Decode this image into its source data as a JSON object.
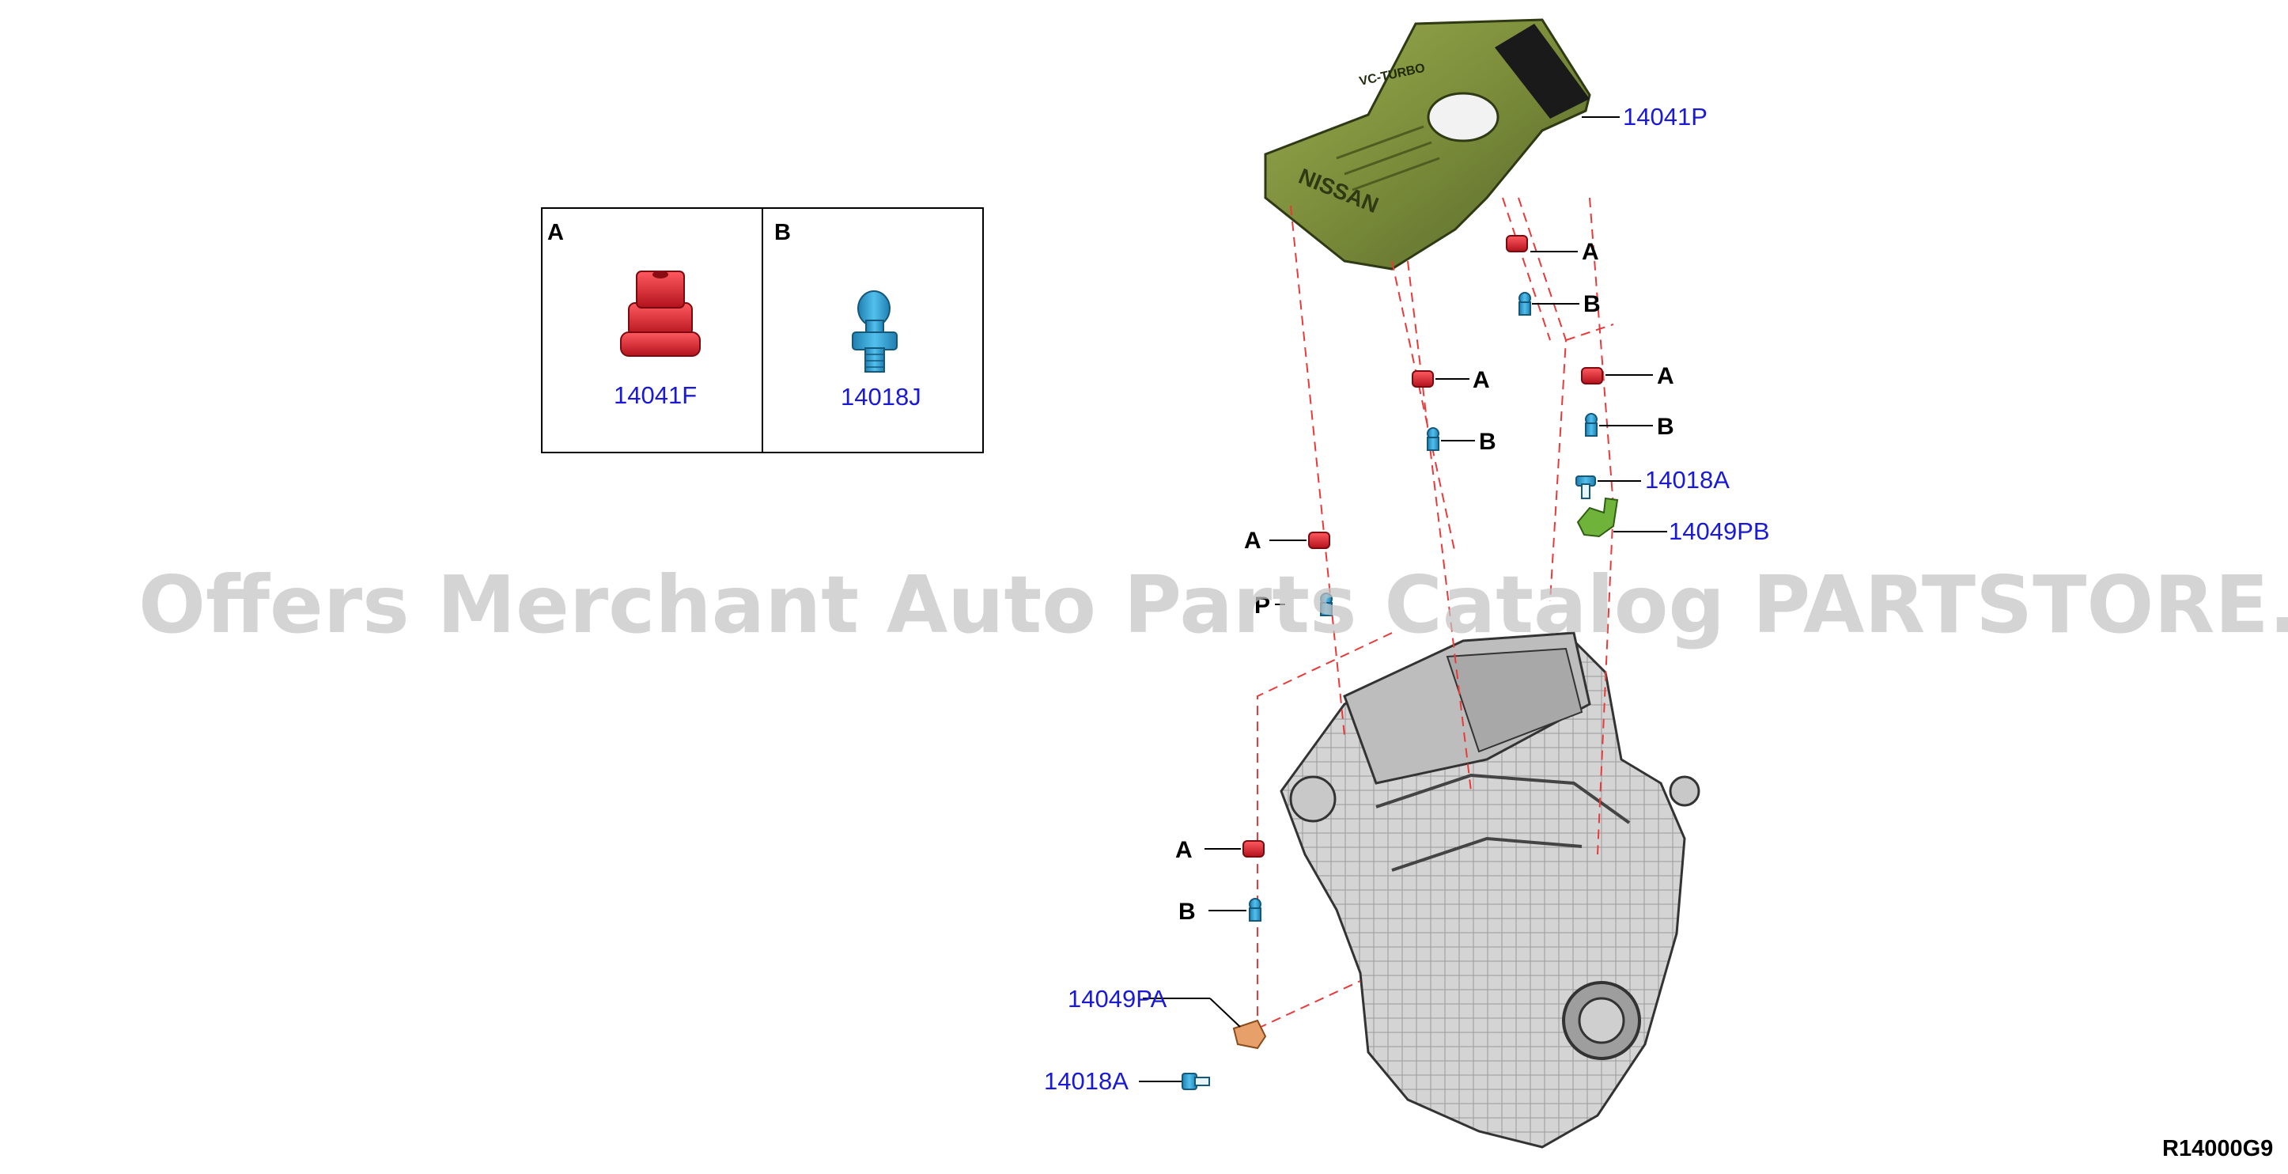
{
  "legend": {
    "a": {
      "letter": "A",
      "part": "14041F",
      "color": "#e01f2b"
    },
    "b": {
      "letter": "B",
      "part": "14018J",
      "color": "#2aa3d6"
    }
  },
  "callouts": {
    "cover": "14041P",
    "stud_right": "14018A",
    "bracket_right": "14049PB",
    "bracket_left": "14049PA",
    "stud_left": "14018A",
    "nut": "A",
    "stud": "B",
    "stud_p": "P"
  },
  "cover_text": {
    "logo": "NISSAN",
    "badge": "VC-TURBO"
  },
  "colors": {
    "cover": "#7a8c3a",
    "nut": "#e01f2b",
    "stud": "#2aa3d6",
    "bracket_right": "#6fb33a",
    "bracket_left": "#e8a06a",
    "guide": "#e83a3a",
    "label": "#1a1ad6"
  },
  "watermark": "Offers Merchant Auto Parts Catalog PARTSTORE.SA",
  "reference_code": "R14000G9"
}
